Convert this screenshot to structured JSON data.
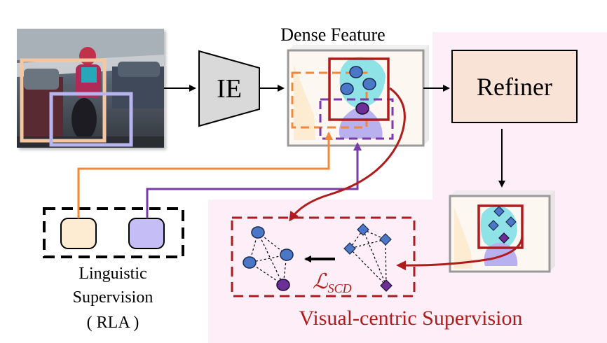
{
  "labels": {
    "dense_feature": "Dense Feature",
    "ie": "IE",
    "refiner": "Refiner",
    "linguistic_line1": "Linguistic",
    "linguistic_line2": "Supervision",
    "linguistic_line3": "( RLA )",
    "visual_centric": "Visual-centric Supervision",
    "loss_symbol": "ℒ",
    "loss_subscript": "SCD"
  },
  "colors": {
    "orange": "#f0883a",
    "orange_fill": "#fdebd2",
    "purple": "#7a3aa8",
    "purple_fill": "#c5bdf5",
    "red": "#b01c1c",
    "pink_bg": "#fdeef7",
    "cyan_blob": "#8fe3e6",
    "lavender_blob": "#b9b0ef",
    "node_blue": "#4a78c6",
    "node_purple": "#6c2f96",
    "refiner_fill": "#f9e2d6",
    "ie_fill": "#d9d9d9"
  }
}
